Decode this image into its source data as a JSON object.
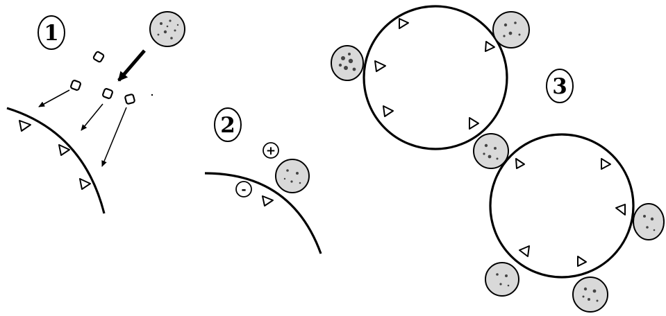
{
  "panels": [
    {
      "id": "1",
      "label": "1"
    },
    {
      "id": "2",
      "label": "2"
    },
    {
      "id": "3",
      "label": "3"
    }
  ],
  "charges": {
    "positive": "+",
    "negative": "-"
  },
  "colors": {
    "ink": "#000000",
    "particle": "#d9d9d9",
    "particle_speckle": "#444444",
    "background": "#ffffff"
  }
}
